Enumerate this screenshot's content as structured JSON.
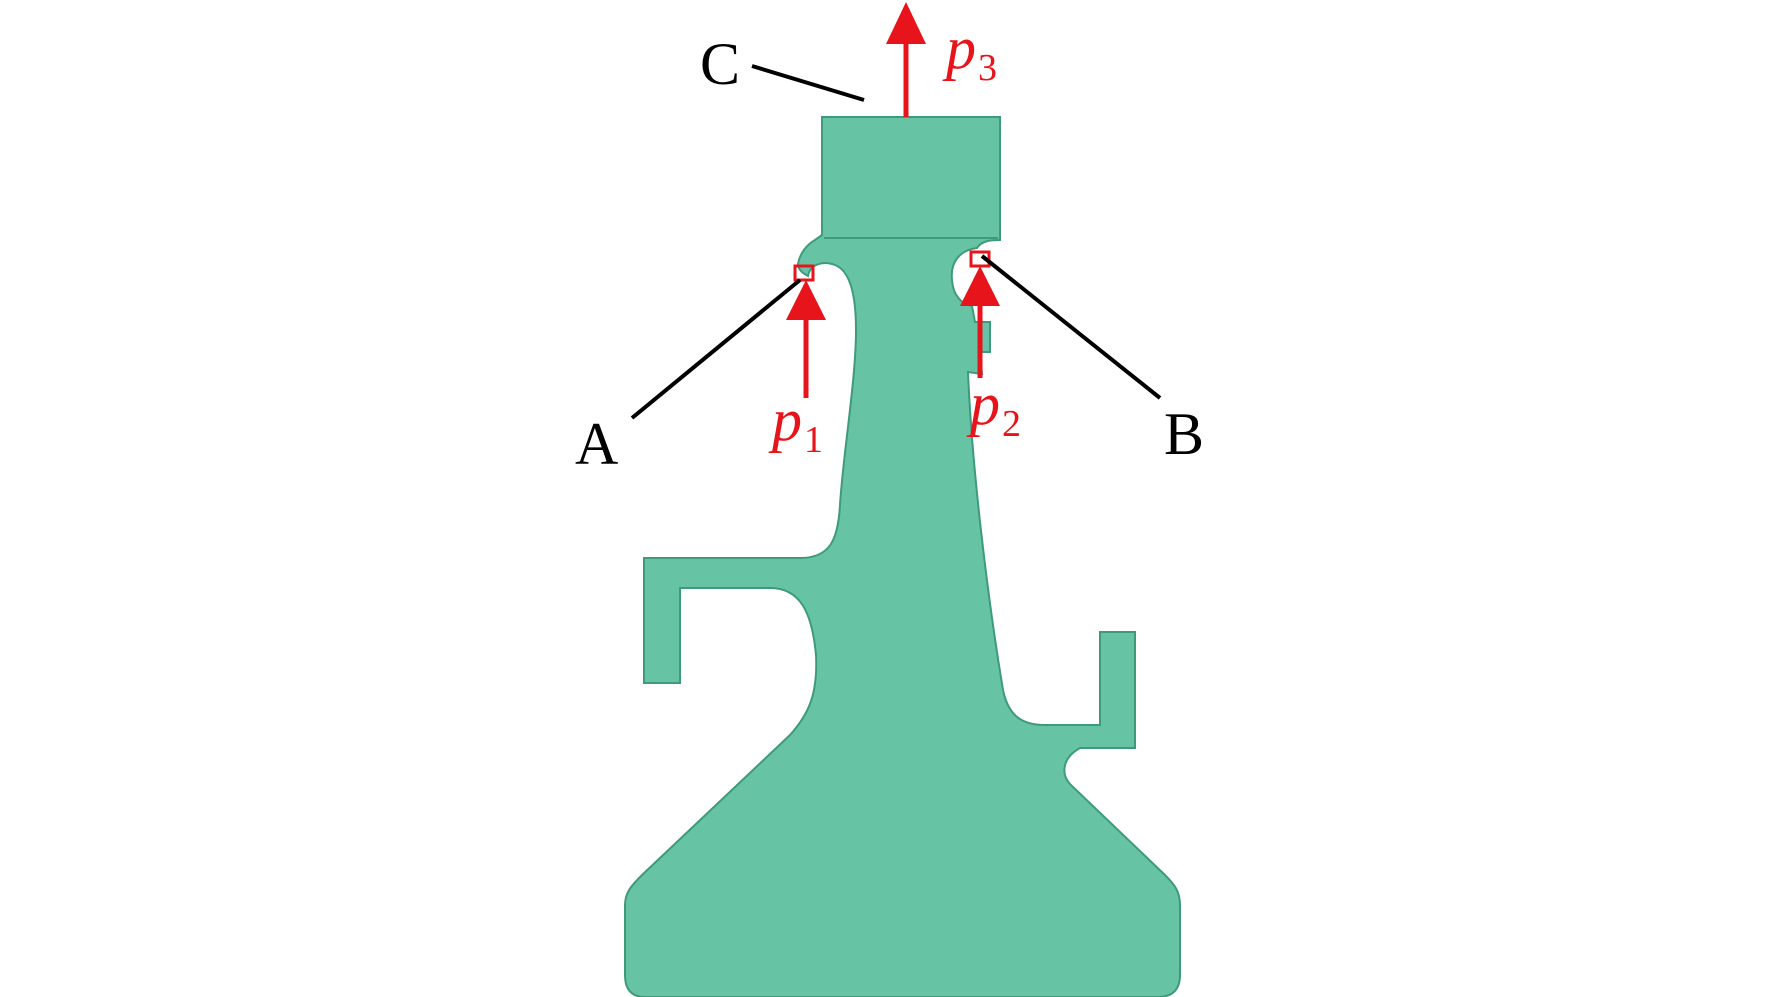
{
  "diagram": {
    "colors": {
      "part_fill": "#66c4a5",
      "part_edge": "#3f9a7c",
      "arrow": "#e8141b",
      "leader": "#000000",
      "background": "#ffffff"
    },
    "points": [
      {
        "id": "A",
        "label": "A"
      },
      {
        "id": "B",
        "label": "B"
      },
      {
        "id": "C",
        "label": "C"
      }
    ],
    "loads": [
      {
        "id": "p1",
        "symbol": "p",
        "subscript": "1",
        "direction": "up"
      },
      {
        "id": "p2",
        "symbol": "p",
        "subscript": "2",
        "direction": "up"
      },
      {
        "id": "p3",
        "symbol": "p",
        "subscript": "3",
        "direction": "up"
      }
    ]
  }
}
